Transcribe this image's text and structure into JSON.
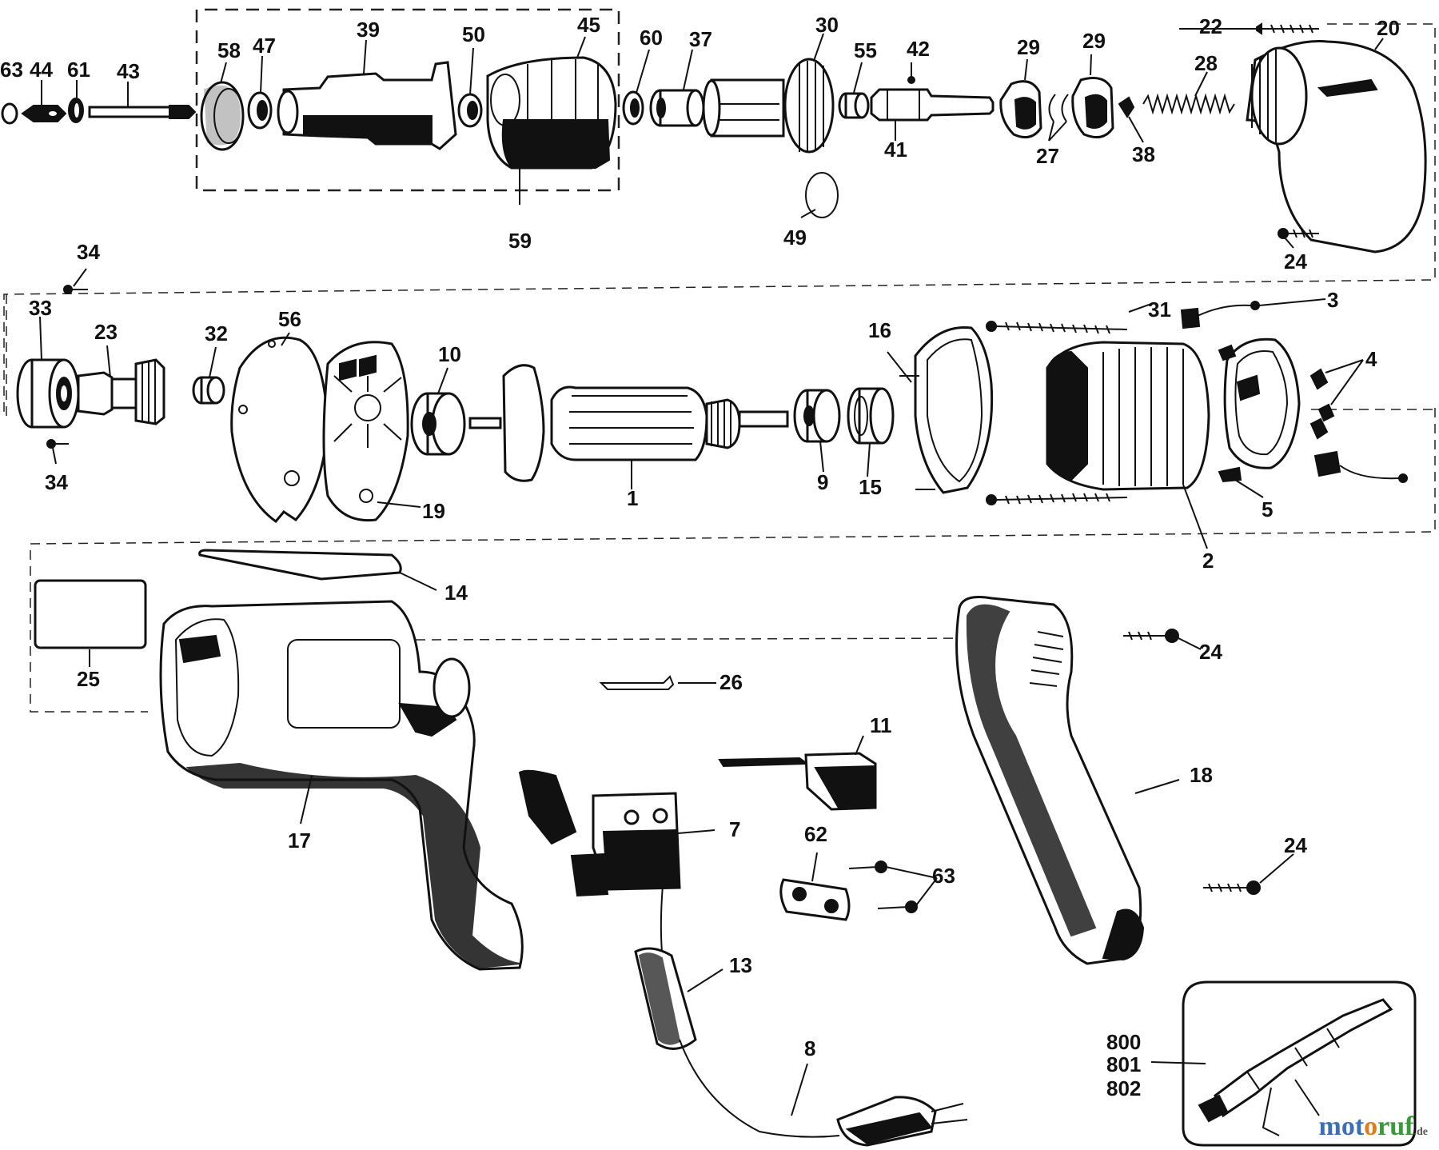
{
  "labels": {
    "p63a": "63",
    "p44": "44",
    "p61": "61",
    "p43": "43",
    "p58": "58",
    "p47": "47",
    "p39": "39",
    "p50": "50",
    "p45": "45",
    "p60": "60",
    "p37": "37",
    "p30": "30",
    "p55": "55",
    "p42": "42",
    "p29a": "29",
    "p29b": "29",
    "p22": "22",
    "p20": "20",
    "p28": "28",
    "p41": "41",
    "p27": "27",
    "p38": "38",
    "p59": "59",
    "p49": "49",
    "p24a": "24",
    "p34a": "34",
    "p33": "33",
    "p23": "23",
    "p32": "32",
    "p56": "56",
    "p10": "10",
    "p16": "16",
    "p31": "31",
    "p3": "3",
    "p4": "4",
    "p34b": "34",
    "p19": "19",
    "p1": "1",
    "p9": "9",
    "p15": "15",
    "p5": "5",
    "p2": "2",
    "p14": "14",
    "p25": "25",
    "p26": "26",
    "p24b": "24",
    "p11": "11",
    "p18": "18",
    "p17": "17",
    "p7": "7",
    "p62": "62",
    "p63b": "63",
    "p24c": "24",
    "p13": "13",
    "p8": "8",
    "p800": "800",
    "p801": "801",
    "p802": "802"
  },
  "watermark": {
    "part1": "mot",
    "part2": "o",
    "part3": "ruf",
    "suffix": ".de"
  }
}
